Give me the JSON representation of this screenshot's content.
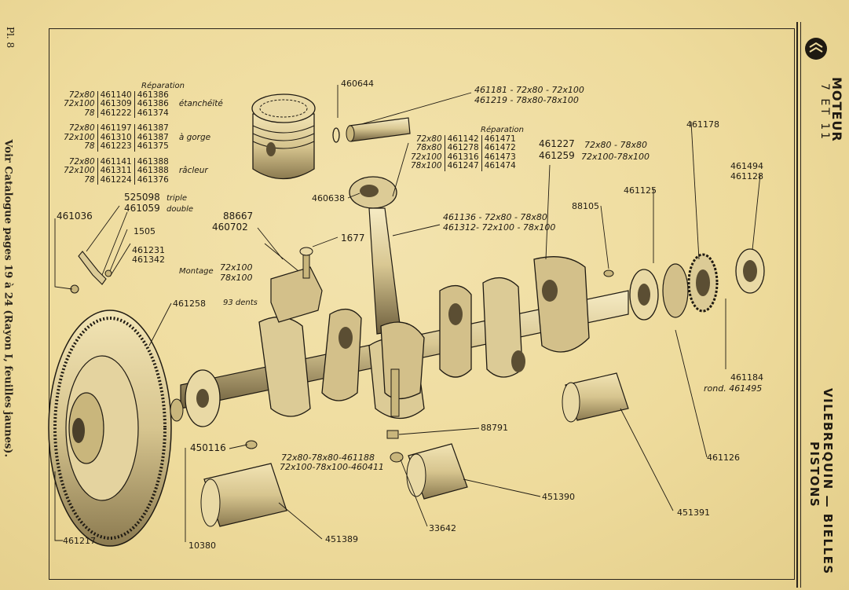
{
  "page": {
    "plate": "Pl. 8",
    "left_note": "Voir Catalogue pages 19 à 24 (Rayon I, feuilles jaunes).",
    "right_title_1": "MOTEUR",
    "right_title_2": "7 ET 11",
    "right_title_3": "VILEBREQUIN — BIELLES",
    "right_title_4": "PISTONS"
  },
  "piston_table": {
    "header": "Réparation",
    "groups": [
      {
        "label": "étanchéïté",
        "rows": [
          [
            "72x80",
            "461140",
            "461386"
          ],
          [
            "72x100",
            "461309",
            "461386"
          ],
          [
            "78",
            "461222",
            "461374"
          ]
        ]
      },
      {
        "label": "à gorge",
        "rows": [
          [
            "72x80",
            "461197",
            "461387"
          ],
          [
            "72x100",
            "461310",
            "461387"
          ],
          [
            "78",
            "461223",
            "461375"
          ]
        ]
      },
      {
        "label": "râcleur",
        "rows": [
          [
            "72x80",
            "461141",
            "461388"
          ],
          [
            "72x100",
            "461311",
            "461388"
          ],
          [
            "78",
            "461224",
            "461376"
          ]
        ]
      }
    ]
  },
  "rod_table": {
    "header": "Réparation",
    "rows": [
      [
        "72x80",
        "461142",
        "461471"
      ],
      [
        "78x80",
        "461278",
        "461472"
      ],
      [
        "72x100",
        "461316",
        "461473"
      ],
      [
        "78x100",
        "461247",
        "461474"
      ]
    ]
  },
  "labels": {
    "l460644": "460644",
    "l461181": "461181 - 72x80 - 72x100",
    "l461219": "461219 - 78x80-78x100",
    "l461227": "461227",
    "l461227d": "72x80 - 78x80",
    "l461259": "461259",
    "l461259d": "72x100-78x100",
    "l461178": "461178",
    "l461494": "461494",
    "l461128": "461128",
    "l461125": "461125",
    "l88105": "88105",
    "l460638": "460638",
    "l461136": "461136 - 72x80 - 78x80",
    "l461312": "461312- 72x100 - 78x100",
    "l525098": "525098",
    "l525098t": "triple",
    "l461059": "461059",
    "l461059t": "double",
    "l461036": "461036",
    "l1505": "1505",
    "l461231": "461231",
    "l461342": "461342",
    "l88667": "88667",
    "l460702": "460702",
    "l1677": "1677",
    "montage": "Montage",
    "montage1": "72x100",
    "montage2": "78x100",
    "l461258": "461258",
    "l461258t": "93 dents",
    "l461184": "461184",
    "l461495": "rond. 461495",
    "l461126": "461126",
    "l88791": "88791",
    "l450116": "450116",
    "l461188": "72x80-78x80-461188",
    "l460411": "72x100-78x100-460411",
    "l451390": "451390",
    "l451391": "451391",
    "l33642": "33642",
    "l451389": "451389",
    "l461217": "461217",
    "l10380": "10380"
  },
  "colors": {
    "paper": "#efdc9e",
    "ink": "#1f1a12",
    "metal": "#d8c692",
    "shade": "#7a6a45"
  }
}
